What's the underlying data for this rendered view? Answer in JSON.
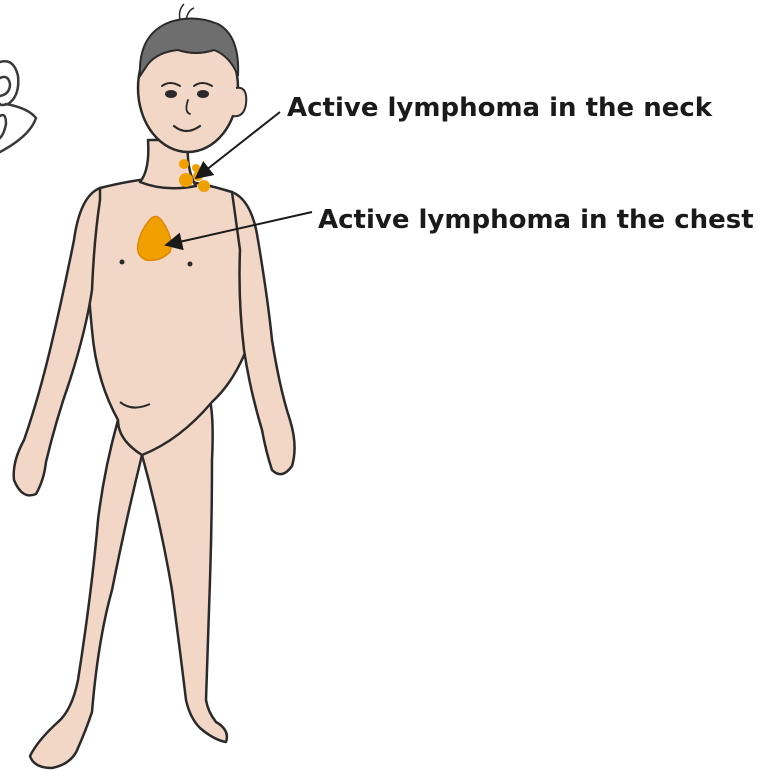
{
  "callouts": {
    "neck": {
      "label": "Active lymphoma in the neck"
    },
    "chest": {
      "label": "Active lymphoma in the chest"
    }
  },
  "colors": {
    "skin": "#f2d6c6",
    "skin_shadow": "#e8c2b0",
    "outline": "#2a2a2a",
    "hair": "#6e6e6e",
    "lymphoma": "#f0a000",
    "lymphoma_dark": "#e08600"
  },
  "icons": {
    "figure": "human-body-illustration",
    "partial_object": "cup-illustration"
  }
}
